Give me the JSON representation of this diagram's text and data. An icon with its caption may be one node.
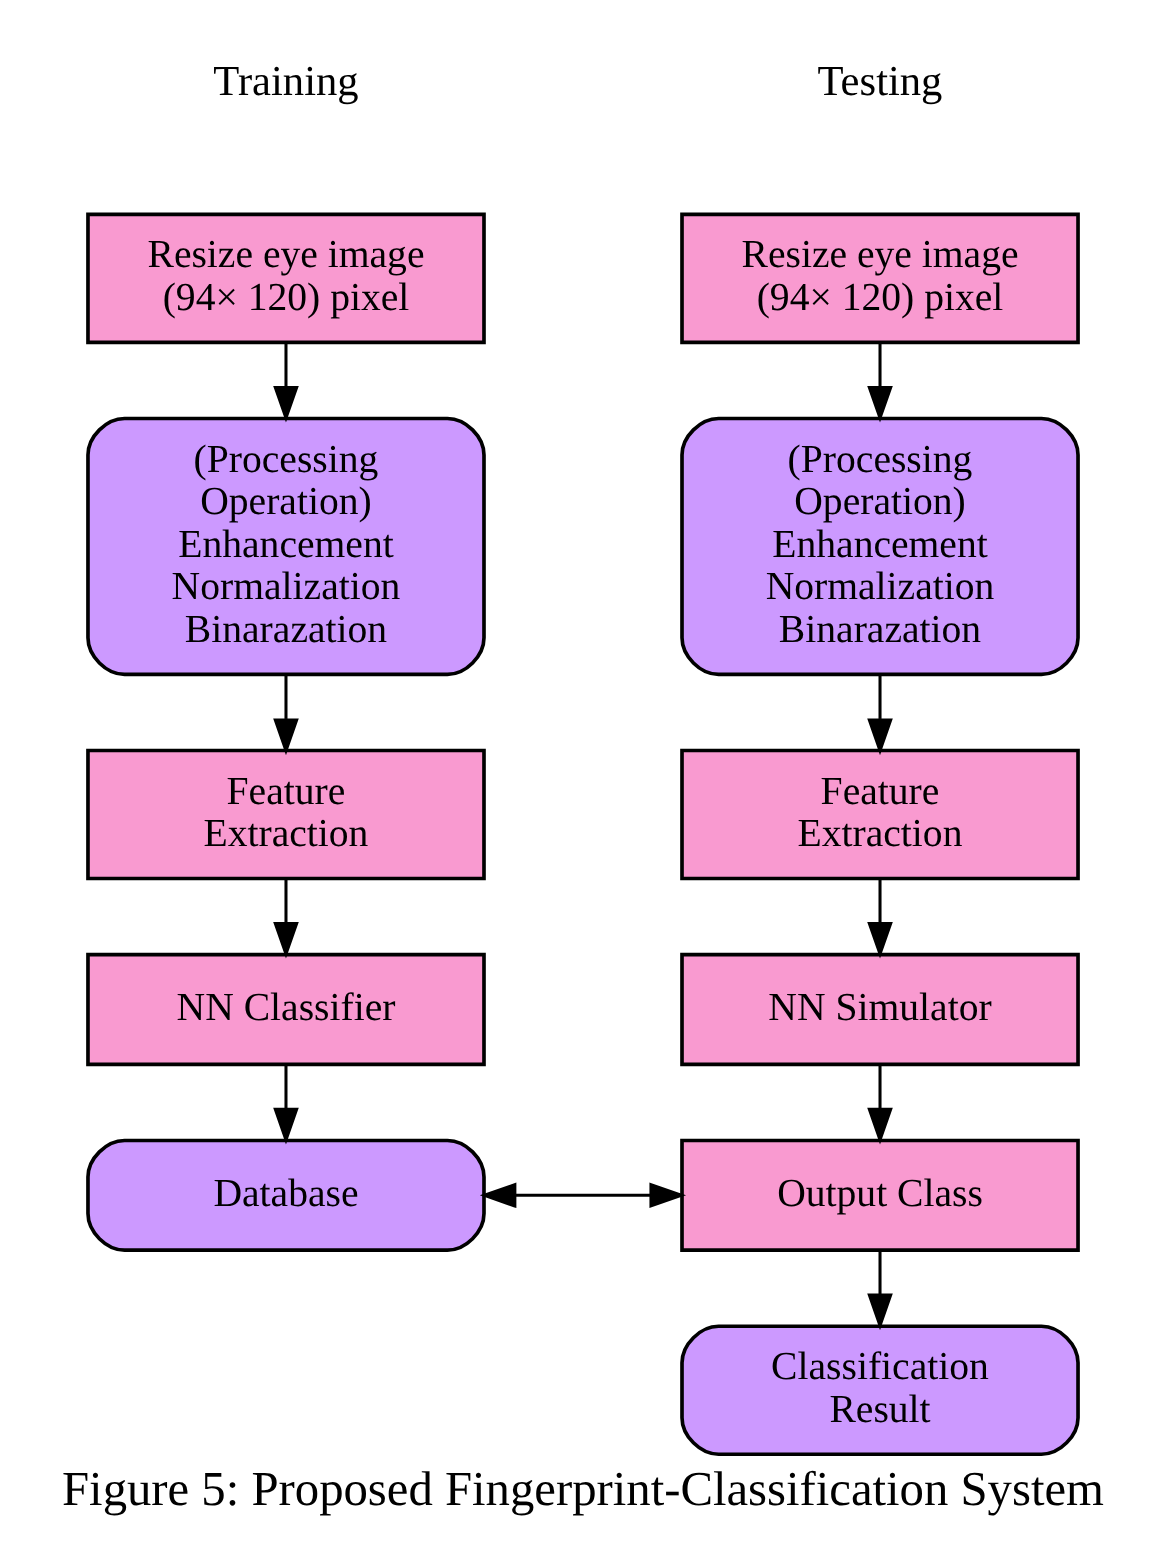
{
  "diagram": {
    "caption": "Figure 5: Proposed Fingerprint-Classification System",
    "nodes": [
      {
        "text": [
          "Resize eye image (94× 120) pixel"
        ]
      },
      {
        "text": [
          "(Processing Operation) Enhancement Normalization Binarazation"
        ]
      },
      {
        "text": [
          "Feature Extraction"
        ]
      },
      {
        "text": [
          "NN Simulator"
        ]
      },
      {
        "text": [
          "Output Class"
        ]
      },
      {
        "text": [
          "Classification Result"
        ]
      },
      {
        "text": [
          "Resize eye image (94× 120) pixel"
        ]
      },
      {
        "text": [
          "(Processing Operation) Enhancement Normalization Binarazation"
        ]
      },
      {
        "text": [
          "Feature Extraction"
        ]
      },
      {
        "text": [
          "NN Classifier"
        ]
      },
      {
        "text": [
          "Database"
        ]
      }
    ],
    "edges": [
      {
        "from": 0,
        "to": 1,
        "arrow": "to"
      },
      {
        "from": 1,
        "to": 2,
        "arrow": "to"
      },
      {
        "from": 2,
        "to": 3,
        "arrow": "to"
      },
      {
        "from": 3,
        "to": 4,
        "arrow": "to"
      },
      {
        "from": 4,
        "to": 5,
        "arrow": "to"
      },
      {
        "from": 6,
        "to": 7,
        "arrow": "to"
      },
      {
        "from": 7,
        "to": 8,
        "arrow": "to"
      },
      {
        "from": 8,
        "to": 9,
        "arrow": "to"
      },
      {
        "from": 9,
        "to": 10,
        "arrow": "to"
      },
      {
        "from": 4,
        "to": 10,
        "arrow": "both"
      }
    ],
    "labels": [
      "Testing",
      "Training"
    ]
  }
}
